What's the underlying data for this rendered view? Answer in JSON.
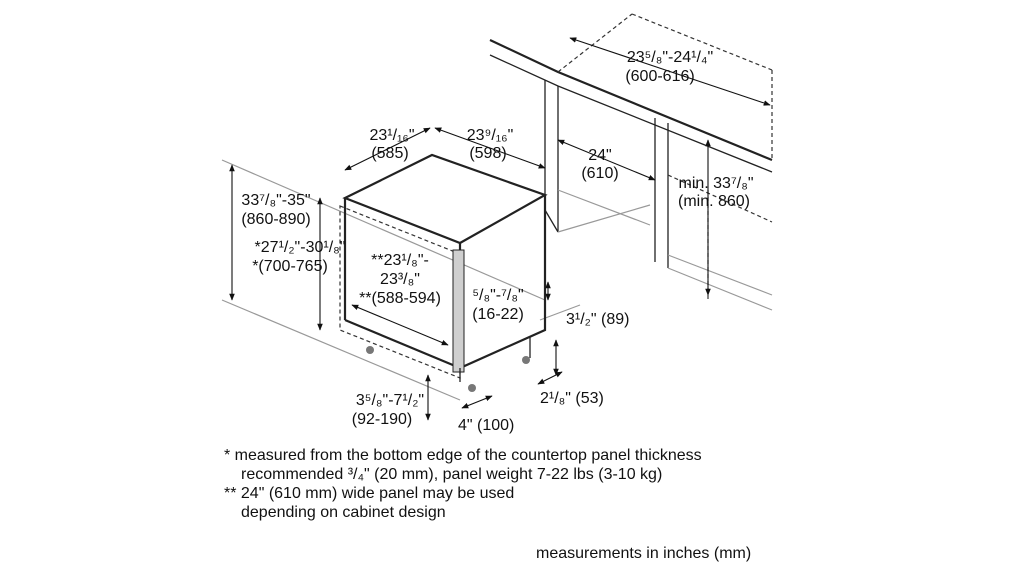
{
  "dimensions": {
    "opening_depth_line1": "23⁵/₈\"-24¹/₄\"",
    "opening_depth_line2": "(600-616)",
    "depth_line1": "23¹/₁₆\"",
    "depth_line2": "(585)",
    "width_line1": "23⁹/₁₆\"",
    "width_line2": "(598)",
    "niche_width_line1": "24\"",
    "niche_width_line2": "(610)",
    "niche_height_line1": "min. 33⁷/₈\"",
    "niche_height_line2": "(min. 860)",
    "overall_height_line1": "33⁷/₈\"-35\"",
    "overall_height_line2": "(860-890)",
    "panel_height_line1": "*27¹/₂\"-30¹/₈\"",
    "panel_height_line2": "*(700-765)",
    "panel_width_line1": "**23¹/₈\"-",
    "panel_width_line2": "23³/₈\"",
    "panel_width_line3": "**(588-594)",
    "panel_thickness_line1": "⁵/₈\"-⁷/₈\"",
    "panel_thickness_line2": "(16-22)",
    "plinth_height": "3¹/₂\" (89)",
    "plinth_recess": "2¹/₈\" (53)",
    "feet_height_line1": "3⁵/₈\"-7¹/₂\"",
    "feet_height_line2": "(92-190)",
    "feet_depth": "4\" (100)"
  },
  "notes": {
    "note1_line1": "*  measured from the bottom edge of the countertop panel thickness",
    "note1_line2": "recommended ³/₄\" (20 mm), panel weight 7-22 lbs (3-10 kg)",
    "note2_line1": "** 24\" (610 mm) wide panel may be used",
    "note2_line2": "depending on cabinet design"
  },
  "footer": "measurements in inches (mm)"
}
